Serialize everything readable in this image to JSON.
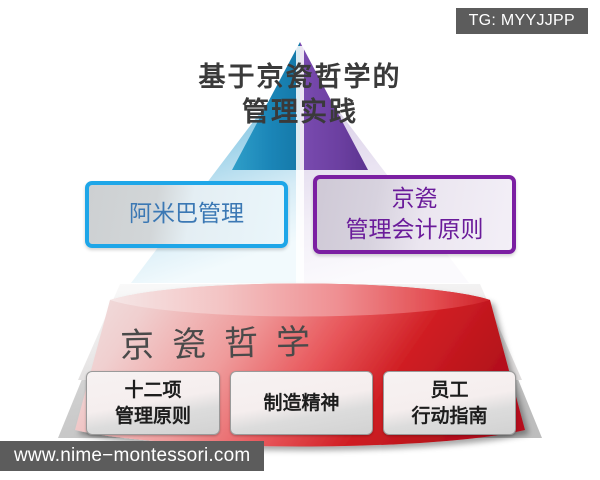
{
  "overlay": {
    "tag": "TG: MYYJJPP",
    "watermark": "www.nime−montessori.com"
  },
  "diagram": {
    "title": "基于京瓷哲学的\n管理实践",
    "middle_boxes": [
      {
        "label": "阿米巴管理",
        "accent": "#1ea6e8",
        "text_color": "#3b78b4"
      },
      {
        "label": "京瓷\n管理会计原则",
        "accent": "#7b1fa2",
        "text_color": "#6a1b9a"
      }
    ],
    "band_label": "京瓷哲学",
    "bottom_boxes": [
      {
        "label": "十二项\n管理原则"
      },
      {
        "label": "制造精神"
      },
      {
        "label": "员工\n行动指南"
      }
    ],
    "colors": {
      "pyramid_left": "#1b86b8",
      "pyramid_right": "#6b3fa0",
      "band_light": "#f2d5d5",
      "band_dark": "#c2171a",
      "base_gray": "#c9c9c9"
    }
  }
}
